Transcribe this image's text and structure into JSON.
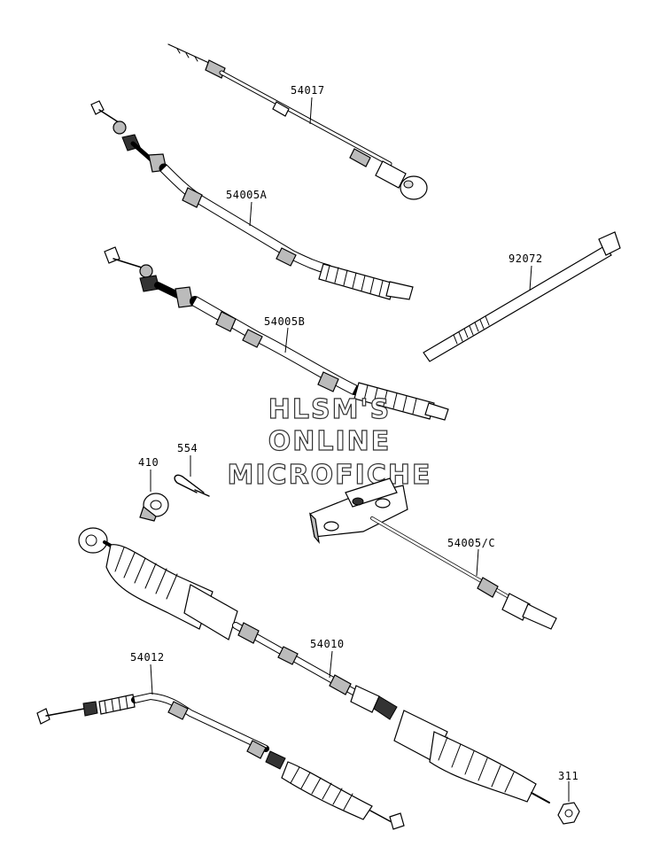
{
  "parts": [
    {
      "id": "54017",
      "label": "54017"
    },
    {
      "id": "54005A",
      "label": "54005A"
    },
    {
      "id": "54005B",
      "label": "54005B"
    },
    {
      "id": "92072",
      "label": "92072"
    },
    {
      "id": "410",
      "label": "410"
    },
    {
      "id": "554",
      "label": "554"
    },
    {
      "id": "54005C",
      "label": "54005/C"
    },
    {
      "id": "54010",
      "label": "54010"
    },
    {
      "id": "54012",
      "label": "54012"
    },
    {
      "id": "311",
      "label": "311"
    }
  ],
  "watermark": {
    "line1": "HLSM'S",
    "line2": "ONLINE",
    "line3": "MICROFICHE"
  }
}
